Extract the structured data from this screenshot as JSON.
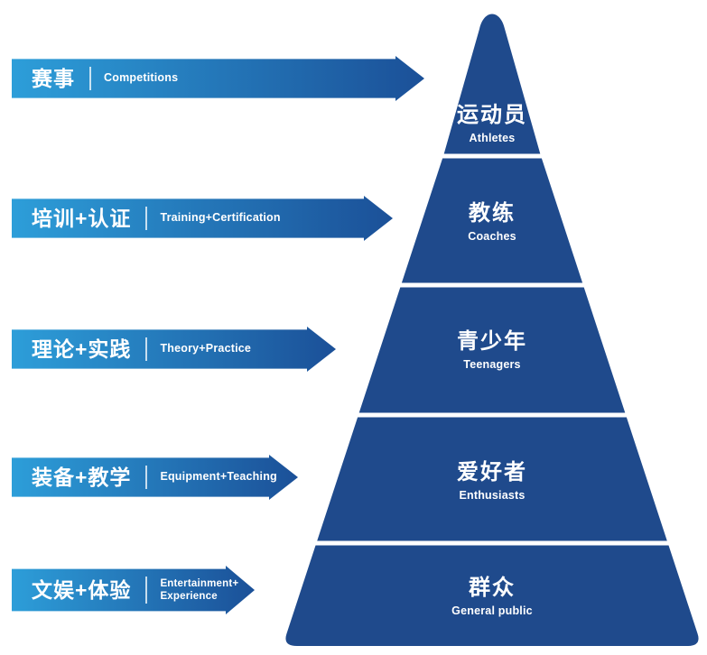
{
  "title": "Sports industry pyramid diagram",
  "colors": {
    "arrow_gradient_start": "#2D9ED9",
    "arrow_gradient_end": "#1B5098",
    "pyramid_navy": "#1F4A8C",
    "text": "#FFFFFF",
    "background": "#FFFFFF"
  },
  "arrows": [
    {
      "zh": "赛事",
      "en": "Competitions"
    },
    {
      "zh": "培训+认证",
      "en": "Training+Certification"
    },
    {
      "zh": "理论+实践",
      "en": "Theory+Practice"
    },
    {
      "zh": "装备+教学",
      "en": "Equipment+Teaching"
    },
    {
      "zh": "文娱+体验",
      "en": "Entertainment+\nExperience"
    }
  ],
  "pyramid": {
    "tiers": [
      {
        "zh": "运动员",
        "en": "Athletes"
      },
      {
        "zh": "教练",
        "en": "Coaches"
      },
      {
        "zh": "青少年",
        "en": "Teenagers"
      },
      {
        "zh": "爱好者",
        "en": "Enthusiasts"
      },
      {
        "zh": "群众",
        "en": "General public"
      }
    ]
  }
}
